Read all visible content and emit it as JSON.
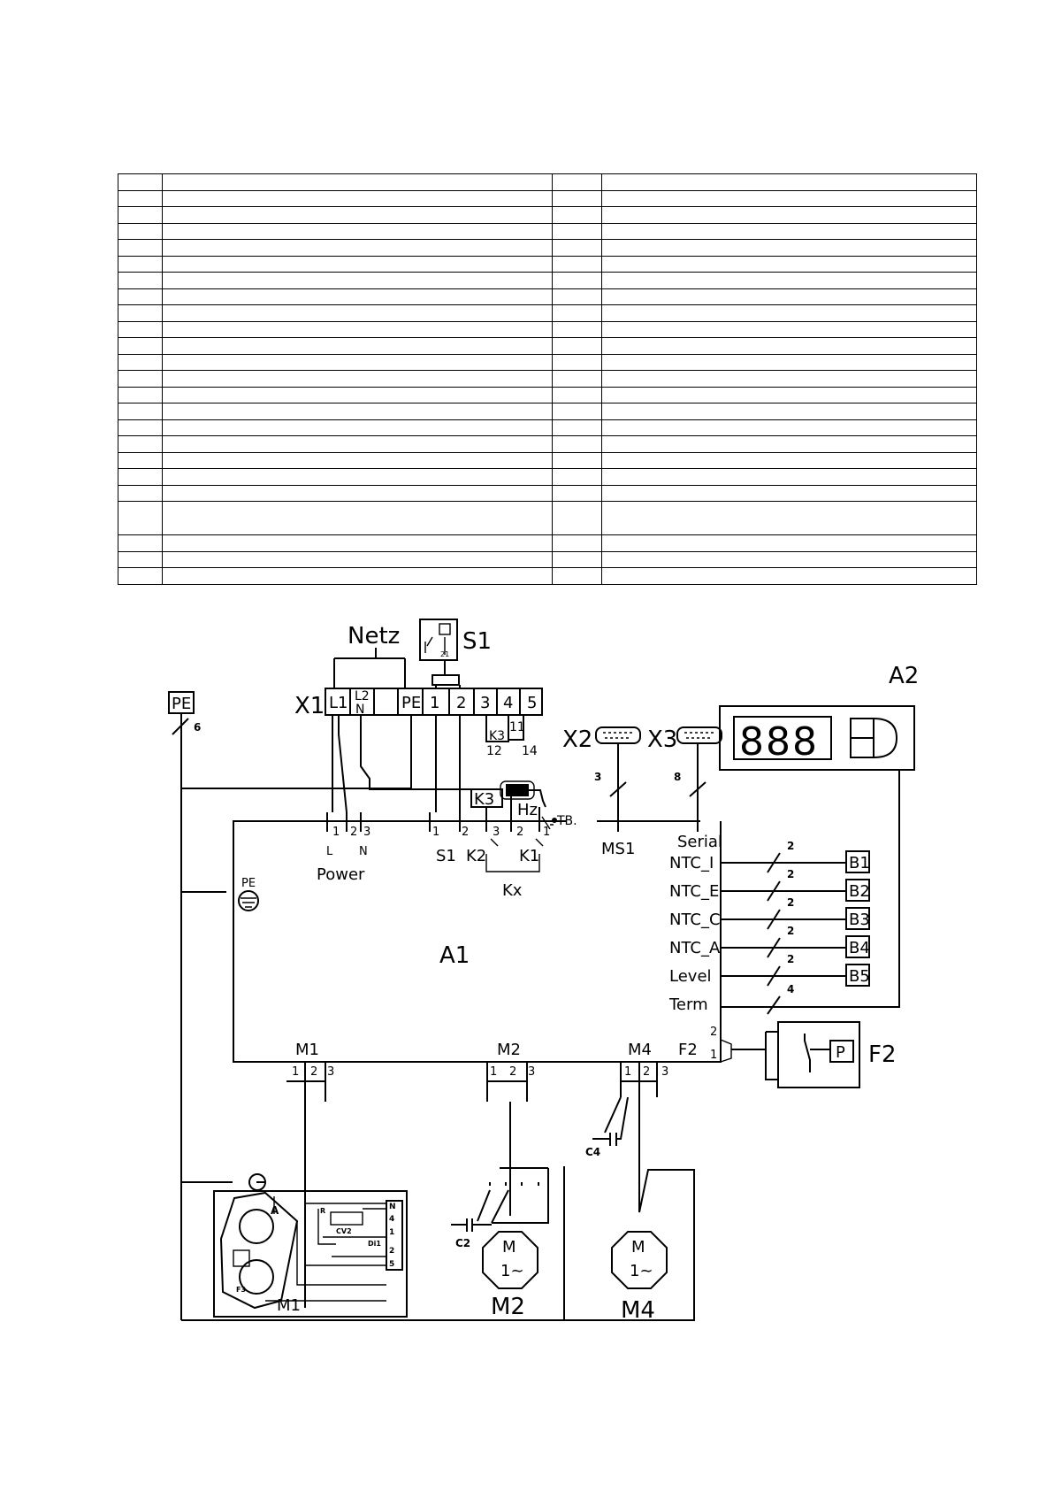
{
  "legend_table": {
    "row_count": 24,
    "tall_row_index": 20,
    "rows": []
  },
  "diagram": {
    "supply": "Netz",
    "terminal_block": {
      "name": "X1",
      "terminals": [
        "L1",
        "L2\nN",
        "",
        "PE",
        "1",
        "2",
        "3",
        "4",
        "5"
      ]
    },
    "switch_s1": "S1",
    "k3_label": "K3",
    "k3_pins": [
      "11",
      "12",
      "14"
    ],
    "heater_label": "Hz",
    "tb_label": "TB.",
    "pe_terminal": "PE",
    "pe_wire_count": "6",
    "x2": "X2",
    "x3": "X3",
    "x2_wire_count": "3",
    "x3_wire_count": "8",
    "display_module": "A2",
    "display_digits": "888",
    "board": "A1",
    "power_connector": {
      "label": "Power",
      "pins": [
        "1",
        "2",
        "3"
      ],
      "sub": [
        "L",
        "N"
      ]
    },
    "s1_connector": {
      "label": "S1",
      "pins": [
        "1",
        "2"
      ]
    },
    "k2_connector": {
      "label": "K2",
      "pins": [
        "3"
      ]
    },
    "k1_connector": {
      "label": "K1",
      "pins": [
        "2",
        "1"
      ]
    },
    "kx_label": "Kx",
    "k3_box": "K3",
    "ms1_label": "MS1",
    "serial_label": "Serial",
    "pe_board_label": "PE",
    "sensor_inputs": [
      {
        "label": "NTC_I",
        "wires": "2",
        "sensor": "B1"
      },
      {
        "label": "NTC_E",
        "wires": "2",
        "sensor": "B2"
      },
      {
        "label": "NTC_C",
        "wires": "2",
        "sensor": "B3"
      },
      {
        "label": "NTC_A",
        "wires": "2",
        "sensor": "B4"
      },
      {
        "label": "Level",
        "wires": "2",
        "sensor": "B5"
      }
    ],
    "term": {
      "label": "Term",
      "wires": "4"
    },
    "f2_connector": {
      "label": "F2",
      "pins": [
        "2",
        "1"
      ]
    },
    "pressure_switch": {
      "label": "F2",
      "box": "P"
    },
    "motor_connectors": [
      {
        "label": "M1",
        "pins": [
          "1",
          "2",
          "3"
        ]
      },
      {
        "label": "M2",
        "pins": [
          "1",
          "2",
          "3"
        ]
      },
      {
        "label": "M4",
        "pins": [
          "1",
          "2",
          "3"
        ]
      }
    ],
    "capacitors": [
      "C2",
      "C4"
    ],
    "motor_m1": {
      "label": "M1",
      "parts": [
        "A",
        "R",
        "CV2",
        "Di1",
        "F3"
      ],
      "pins": [
        "N",
        "4",
        "1",
        "2",
        "5"
      ]
    },
    "motor_m2": {
      "label": "M2",
      "symbol_top": "M",
      "symbol_bottom": "1~"
    },
    "motor_m4": {
      "label": "M4",
      "symbol_top": "M",
      "symbol_bottom": "1~"
    }
  }
}
